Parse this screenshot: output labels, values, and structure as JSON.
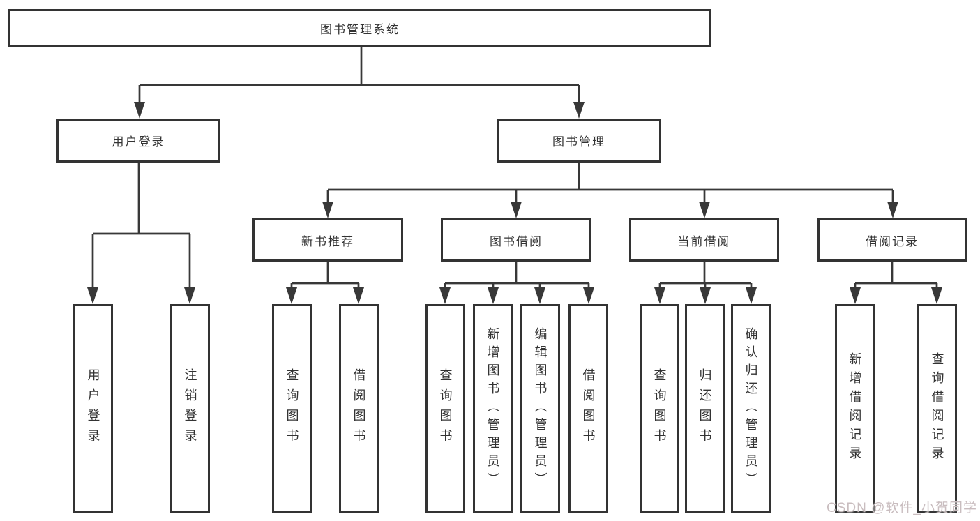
{
  "tree": {
    "root": {
      "label": "图书管理系统"
    },
    "user_login": {
      "label": "用户登录",
      "children": [
        {
          "label": "用户登录"
        },
        {
          "label": "注销登录"
        }
      ]
    },
    "book_mgmt": {
      "label": "图书管理",
      "sections": [
        {
          "label": "新书推荐",
          "children": [
            {
              "label": "查询图书"
            },
            {
              "label": "借阅图书"
            }
          ]
        },
        {
          "label": "图书借阅",
          "children": [
            {
              "label": "查询图书"
            },
            {
              "label": "新增图书（管理员）"
            },
            {
              "label": "编辑图书（管理员）"
            },
            {
              "label": "借阅图书"
            }
          ]
        },
        {
          "label": "当前借阅",
          "children": [
            {
              "label": "查询图书"
            },
            {
              "label": "归还图书"
            },
            {
              "label": "确认归还（管理员）"
            }
          ]
        },
        {
          "label": "借阅记录",
          "children": [
            {
              "label": "新增借阅记录"
            },
            {
              "label": "查询借阅记录"
            }
          ]
        }
      ]
    }
  },
  "watermark": {
    "text": "CSDN @软件_小贺同学"
  },
  "colors": {
    "line": "#383838",
    "box_border": "#333333",
    "text": "#333333",
    "background": "#ffffff",
    "watermark": "#c9bdbf"
  }
}
